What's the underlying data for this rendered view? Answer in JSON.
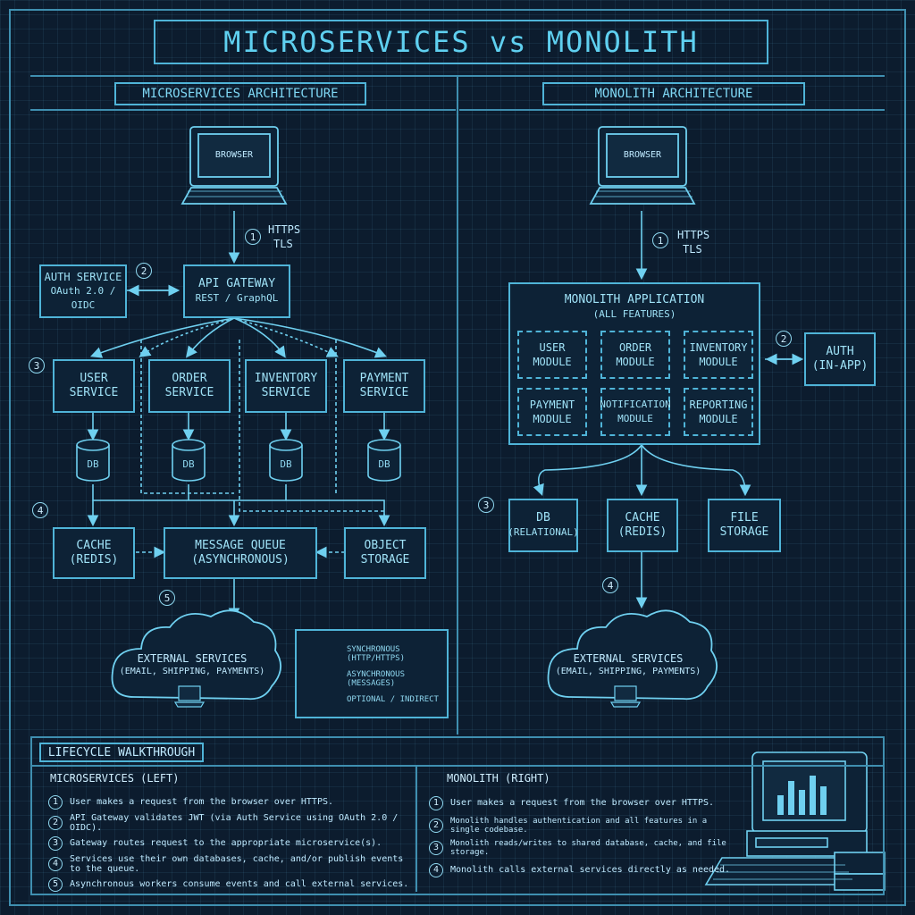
{
  "title": "MICROSERVICES vs MONOLITH",
  "micro": {
    "heading": "MICROSERVICES ARCHITECTURE",
    "browser": "BROWSER",
    "step1": "1",
    "proto1": "HTTPS",
    "proto2": "TLS",
    "step2": "2",
    "auth_title": "AUTH SERVICE",
    "auth_sub1": "OAuth 2.0 /",
    "auth_sub2": "OIDC",
    "gateway_title": "API GATEWAY",
    "gateway_sub": "REST / GraphQL",
    "step3": "3",
    "services": [
      {
        "l1": "USER",
        "l2": "SERVICE"
      },
      {
        "l1": "ORDER",
        "l2": "SERVICE"
      },
      {
        "l1": "INVENTORY",
        "l2": "SERVICE"
      },
      {
        "l1": "PAYMENT",
        "l2": "SERVICE"
      }
    ],
    "db": "DB",
    "step4": "4",
    "cache_l1": "CACHE",
    "cache_l2": "(REDIS)",
    "mq_l1": "MESSAGE QUEUE",
    "mq_l2": "(ASYNCHRONOUS)",
    "obj_l1": "OBJECT",
    "obj_l2": "STORAGE",
    "step5": "5",
    "ext_l1": "EXTERNAL SERVICES",
    "ext_l2": "(EMAIL, SHIPPING, PAYMENTS)"
  },
  "legend": {
    "sync": "SYNCHRONOUS (HTTP/HTTPS)",
    "async": "ASYNCHRONOUS (MESSAGES)",
    "optional": "OPTIONAL / INDIRECT"
  },
  "mono": {
    "heading": "MONOLITH ARCHITECTURE",
    "browser": "BROWSER",
    "step1": "1",
    "proto1": "HTTPS",
    "proto2": "TLS",
    "app_title": "MONOLITH APPLICATION",
    "app_sub": "(ALL FEATURES)",
    "modules": [
      {
        "l1": "USER",
        "l2": "MODULE"
      },
      {
        "l1": "ORDER",
        "l2": "MODULE"
      },
      {
        "l1": "INVENTORY",
        "l2": "MODULE"
      },
      {
        "l1": "PAYMENT",
        "l2": "MODULE"
      },
      {
        "l1": "NOTIFICATION",
        "l2": "MODULE"
      },
      {
        "l1": "REPORTING",
        "l2": "MODULE"
      }
    ],
    "step2": "2",
    "auth_l1": "AUTH",
    "auth_l2": "(IN-APP)",
    "step3": "3",
    "db_l1": "DB",
    "db_l2": "(RELATIONAL)",
    "cache_l1": "CACHE",
    "cache_l2": "(REDIS)",
    "file_l1": "FILE",
    "file_l2": "STORAGE",
    "step4": "4",
    "ext_l1": "EXTERNAL SERVICES",
    "ext_l2": "(EMAIL, SHIPPING, PAYMENTS)"
  },
  "lifecycle": {
    "heading": "LIFECYCLE WALKTHROUGH",
    "left_title": "MICROSERVICES (LEFT)",
    "left_steps": [
      {
        "n": "1",
        "text": "User makes a request from the browser over HTTPS."
      },
      {
        "n": "2",
        "text": "API Gateway validates JWT (via Auth Service using OAuth 2.0 / OIDC)."
      },
      {
        "n": "3",
        "text": "Gateway routes request to the appropriate microservice(s)."
      },
      {
        "n": "4",
        "text": "Services use their own databases, cache, and/or publish events to the queue."
      },
      {
        "n": "5",
        "text": "Asynchronous workers consume events and call external services."
      }
    ],
    "right_title": "MONOLITH (RIGHT)",
    "right_steps": [
      {
        "n": "1",
        "text": "User makes a request from the browser over HTTPS."
      },
      {
        "n": "2",
        "text": "Monolith handles authentication and all features in a single codebase."
      },
      {
        "n": "3",
        "text": "Monolith reads/writes to shared database, cache, and file storage."
      },
      {
        "n": "4",
        "text": "Monolith calls external services directly as needed."
      }
    ]
  }
}
